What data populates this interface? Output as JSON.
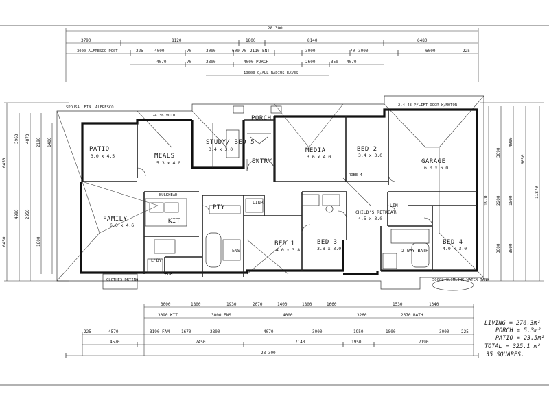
{
  "rooms": {
    "patio": {
      "name": "PATIO",
      "size": "3.0 x 4.5"
    },
    "meals": {
      "name": "MEALS",
      "size": "5.3 x 4.0"
    },
    "study": {
      "name": "STUDY/ BED 5",
      "size": "3.4 x 3.0"
    },
    "porch": {
      "name": "PORCH"
    },
    "entry": {
      "name": "ENTRY"
    },
    "media": {
      "name": "MEDIA",
      "size": "3.6 x 4.0"
    },
    "bed2": {
      "name": "BED 2",
      "size": "3.4 x 3.0"
    },
    "garage": {
      "name": "GARAGE",
      "size": "6.0 x 6.0"
    },
    "family": {
      "name": "FAMILY",
      "size": "6.0 x 4.6"
    },
    "kit": {
      "name": "KIT"
    },
    "pty": {
      "name": "PTY"
    },
    "linr": {
      "name": "LINR"
    },
    "bed1": {
      "name": "BED 1",
      "size": "4.0 x 3.8"
    },
    "bed3": {
      "name": "BED 3",
      "size": "3.8 x 3.0"
    },
    "childs": {
      "name": "CHILD'S RETREAT",
      "size": "4.5 x 3.0"
    },
    "lin": {
      "name": "LIN"
    },
    "ens": {
      "name": "ENS"
    },
    "ldy": {
      "name": "L'DY"
    },
    "pdr": {
      "name": "PDR"
    },
    "bath": {
      "name": "2-WAY BATH"
    },
    "bed4": {
      "name": "BED 4",
      "size": "4.0 x 3.0"
    }
  },
  "top_dims": {
    "overall": "28 300",
    "row1": [
      "3790",
      "8120",
      "1800",
      "8140",
      "6480"
    ],
    "row2": [
      "3000 ALFRESCO POST",
      "225",
      "4000",
      "70",
      "3000",
      "600",
      "70",
      "2110 ENT",
      "3000",
      "70",
      "3000",
      "6000",
      "225"
    ],
    "row3": [
      "4070",
      "70",
      "2800",
      "4000 PORCH",
      "2600",
      "350",
      "4070"
    ],
    "row4": "19000 O/ALL RADIUS EAVES"
  },
  "bottom_dims": {
    "row1": [
      "3000",
      "1800",
      "1930",
      "2070",
      "1400",
      "1800",
      "1660",
      "1530",
      "1340"
    ],
    "row2": [
      "3090 KIT",
      "3000 ENS",
      "4000",
      "3260",
      "2670 BATH"
    ],
    "row3": [
      "225",
      "4570",
      "3190 FAM",
      "1670",
      "2800",
      "4070",
      "3000",
      "1950",
      "1800",
      "3000",
      "225"
    ],
    "row4": [
      "4570",
      "7450",
      "7140",
      "1950",
      "7190"
    ],
    "overall": "28 300"
  },
  "left_dims": [
    "6450",
    "3960",
    "4870",
    "2190",
    "1400",
    "4990",
    "2950",
    "1800",
    "6450"
  ],
  "right_dims": [
    "3090",
    "4000",
    "2200",
    "1800",
    "1970",
    "3000",
    "3000",
    "6050",
    "11870"
  ],
  "notes": {
    "alfresco": "SPOUSAL FIN. ALFRESCO",
    "eaves": "24.36 VOID",
    "bulkhead": "BULKHEAD",
    "garage_door": "2.4-48 P/LIFT DOOR W/MOTOR",
    "robe": "ROBE 4",
    "water_tank": "5000L SLIMLINE WATER TANK",
    "clothes": "CLOTHES DRYING"
  },
  "summary": {
    "living": "LIVING = 276.3m²",
    "porch": "PORCH = 5.3m²",
    "patio": "PATIO = 23.5m²",
    "total": "TOTAL = 325.1 m²",
    "squares": "35 SQUARES."
  }
}
